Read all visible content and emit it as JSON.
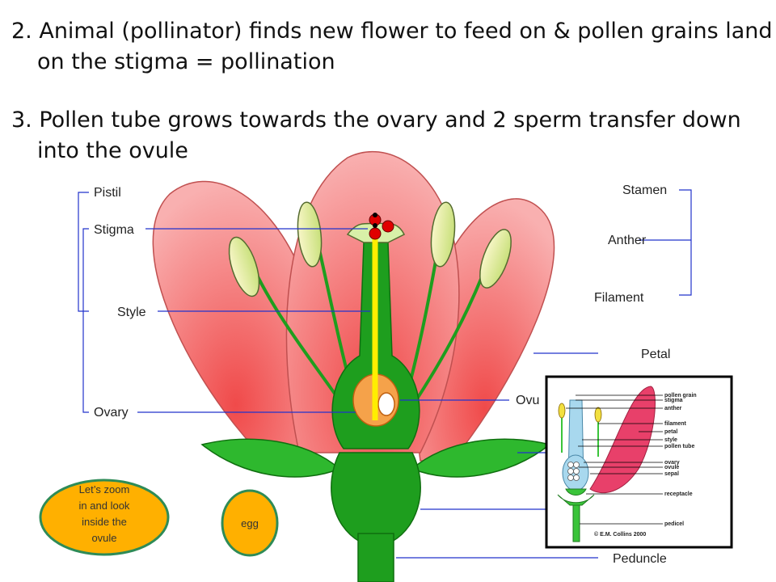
{
  "bullets": [
    {
      "text": "2. Animal (pollinator) finds new flower to feed on & pollen grains land on the stigma = pollination"
    },
    {
      "text": "3. Pollen tube grows towards the ovary and 2 sperm transfer down into the ovule"
    }
  ],
  "diagram_labels": {
    "pistil": "Pistil",
    "stigma": "Stigma",
    "style": "Style",
    "ovary": "Ovary",
    "stamen": "Stamen",
    "anther": "Anther",
    "filament": "Filament",
    "petal": "Petal",
    "ovule": "Ovu",
    "peduncle": "Peduncle"
  },
  "inset_labels": [
    "pollen grain",
    "stigma",
    "anther",
    "filament",
    "petal",
    "style",
    "pollen tube",
    "ovary",
    "ovule",
    "sepal",
    "receptacle",
    "pedicel"
  ],
  "inset_credit": "© E.M. Collins 2000",
  "callouts": {
    "zoom": [
      "Let’s zoom",
      "in and look",
      "inside the",
      "ovule"
    ],
    "egg": "egg"
  },
  "colors": {
    "petal": "#f07b7b",
    "stem": "#1e9e1e",
    "pollen_tube": "#ffee00",
    "callout_fill": "#ffb000",
    "callout_stroke": "#2e8b57",
    "leader_line": "#2233cc"
  }
}
